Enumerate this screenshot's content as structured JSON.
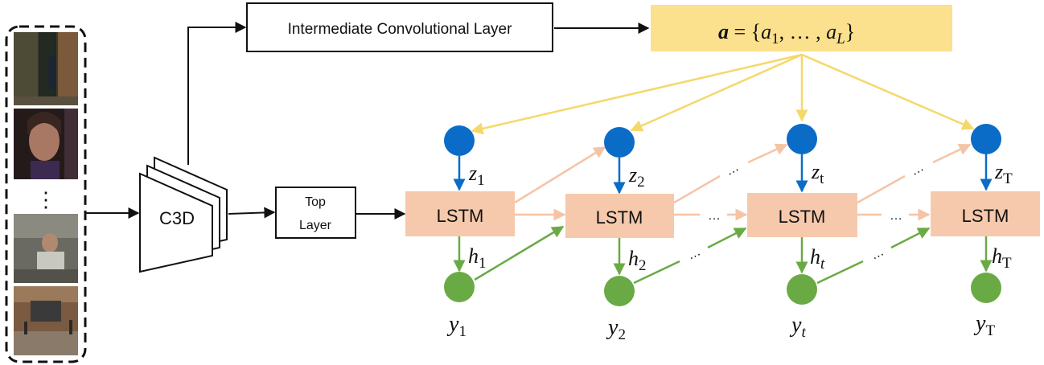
{
  "input_frames": {
    "ellipsis": "⋮"
  },
  "c3d": {
    "label": "C3D"
  },
  "intermediate_layer": {
    "label": "Intermediate Convolutional Layer"
  },
  "top_layer": {
    "line1": "Top",
    "line2": "Layer"
  },
  "annotations": {
    "a_bold": "a",
    "eq_open": " = {",
    "a1_base": "a",
    "a1_sub": "1",
    "mid_dots": ", … , ",
    "aL_base": "a",
    "aL_sub": "L",
    "eq_close": "}"
  },
  "steps": [
    {
      "lstm_label": "LSTM",
      "z_base": "z",
      "z_sub": "1",
      "h_base": "h",
      "h_sub": "1",
      "y_base": "y",
      "y_sub": "1"
    },
    {
      "lstm_label": "LSTM",
      "z_base": "z",
      "z_sub": "2",
      "h_base": "h",
      "h_sub": "2",
      "y_base": "y",
      "y_sub": "2"
    },
    {
      "lstm_label": "LSTM",
      "z_base": "z",
      "z_sub": "t",
      "h_base": "h",
      "h_sub": "t",
      "y_base": "y",
      "y_sub": "t"
    },
    {
      "lstm_label": "LSTM",
      "z_base": "z",
      "z_sub": "T",
      "h_base": "h",
      "h_sub": "T",
      "y_base": "y",
      "y_sub": "T"
    }
  ],
  "dots": "…",
  "colors": {
    "attention_box": "#fbe08d",
    "attention_arrow": "#f5d86a",
    "lstm_box": "#f6c9ac",
    "lstm_link": "#f5c4a6",
    "z_node": "#0a6cc6",
    "y_node": "#6aaa45",
    "h_arrow": "#6aaa45",
    "z_arrow": "#0a6cc6",
    "black": "#111111"
  }
}
